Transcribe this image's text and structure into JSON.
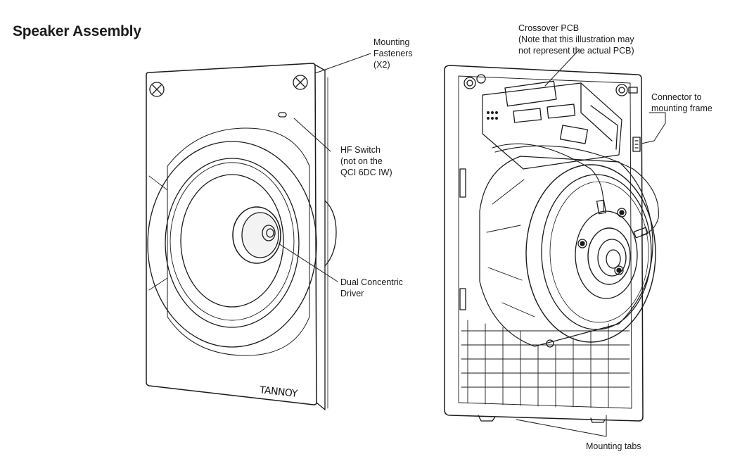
{
  "title": "Speaker Assembly",
  "brand_logo": "TANNOY",
  "labels": {
    "mounting_fasteners": "Mounting\nFasteners\n(X2)",
    "hf_switch": "HF Switch\n(not on the\nQCI 6DC IW)",
    "dual_concentric": "Dual Concentric\nDriver",
    "crossover_pcb": "Crossover PCB\n(Note that this illustration may\nnot represent the actual PCB)",
    "connector": "Connector to\nmounting frame",
    "mounting_tabs": "Mounting tabs"
  },
  "colors": {
    "line": "#1a1a1a",
    "background": "#ffffff"
  }
}
